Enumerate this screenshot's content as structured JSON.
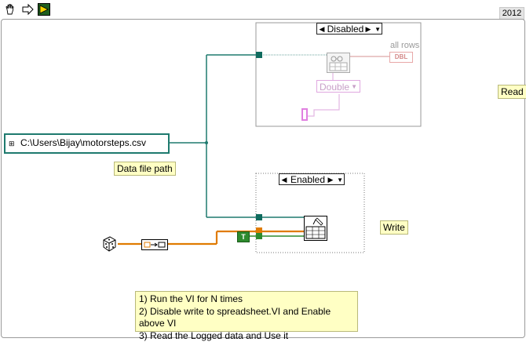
{
  "toolbar": {
    "tools": [
      {
        "icon": "hand-icon"
      },
      {
        "icon": "run-arrow-icon"
      },
      {
        "icon": "highlight-execution-icon"
      }
    ],
    "version": "2012"
  },
  "colors": {
    "path_wire": "#1e7a6e",
    "number_wire": "#e07b00",
    "boolean_wire": "#2e8b2e",
    "label_background": "#ffffc4",
    "disabled_frame": "#9a9a9a"
  },
  "diagram": {
    "disable_structure_top": {
      "selector": "Disabled",
      "output_label": "all rows",
      "indicator_text": "DBL",
      "type_selector": "Double"
    },
    "disable_structure_bottom": {
      "selector": "Enabled"
    },
    "path_constant": {
      "value": "C:\\Users\\Bijay\\motorsteps.csv"
    },
    "labels": {
      "data_file_path": "Data file path",
      "read": "Read",
      "write": "Write"
    },
    "boolean_constant": "T",
    "comment_lines": [
      "1) Run the VI for N times",
      "2) Disable write to spreadsheet.VI and Enable above VI",
      "3) Read the Logged data and Use it"
    ]
  }
}
